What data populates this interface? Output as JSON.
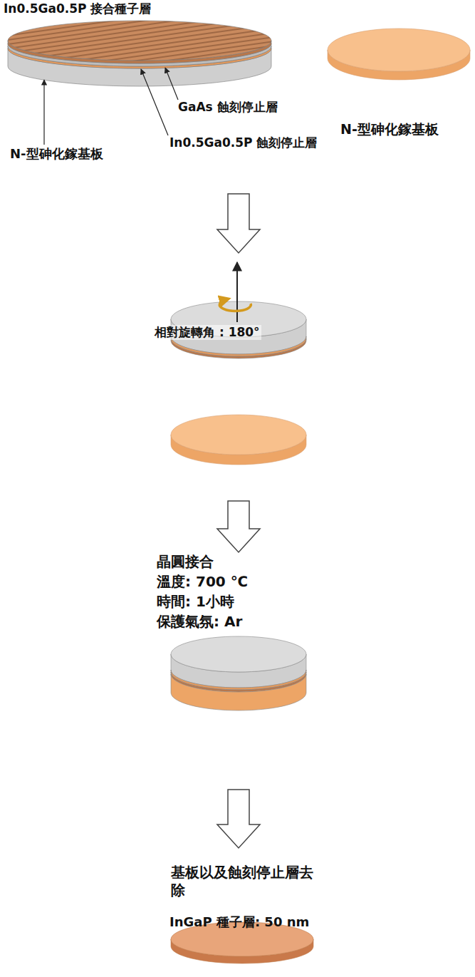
{
  "diagram": {
    "labels": [
      "In0.5Ga0.5P 接合種子層",
      "GaAs 蝕刻停止層",
      "In0.5Ga0.5P 蝕刻停止層",
      "N-型砷化鎵基板",
      "N-型砷化鎵基板",
      "相對旋轉角 : 180°",
      "晶圓接合",
      "溫度: 700 ℃",
      "時間: 1小時",
      "保護氣氛: Ar",
      "基板以及蝕刻停止層去除",
      "InGaP 種子層: 50 nm"
    ]
  }
}
